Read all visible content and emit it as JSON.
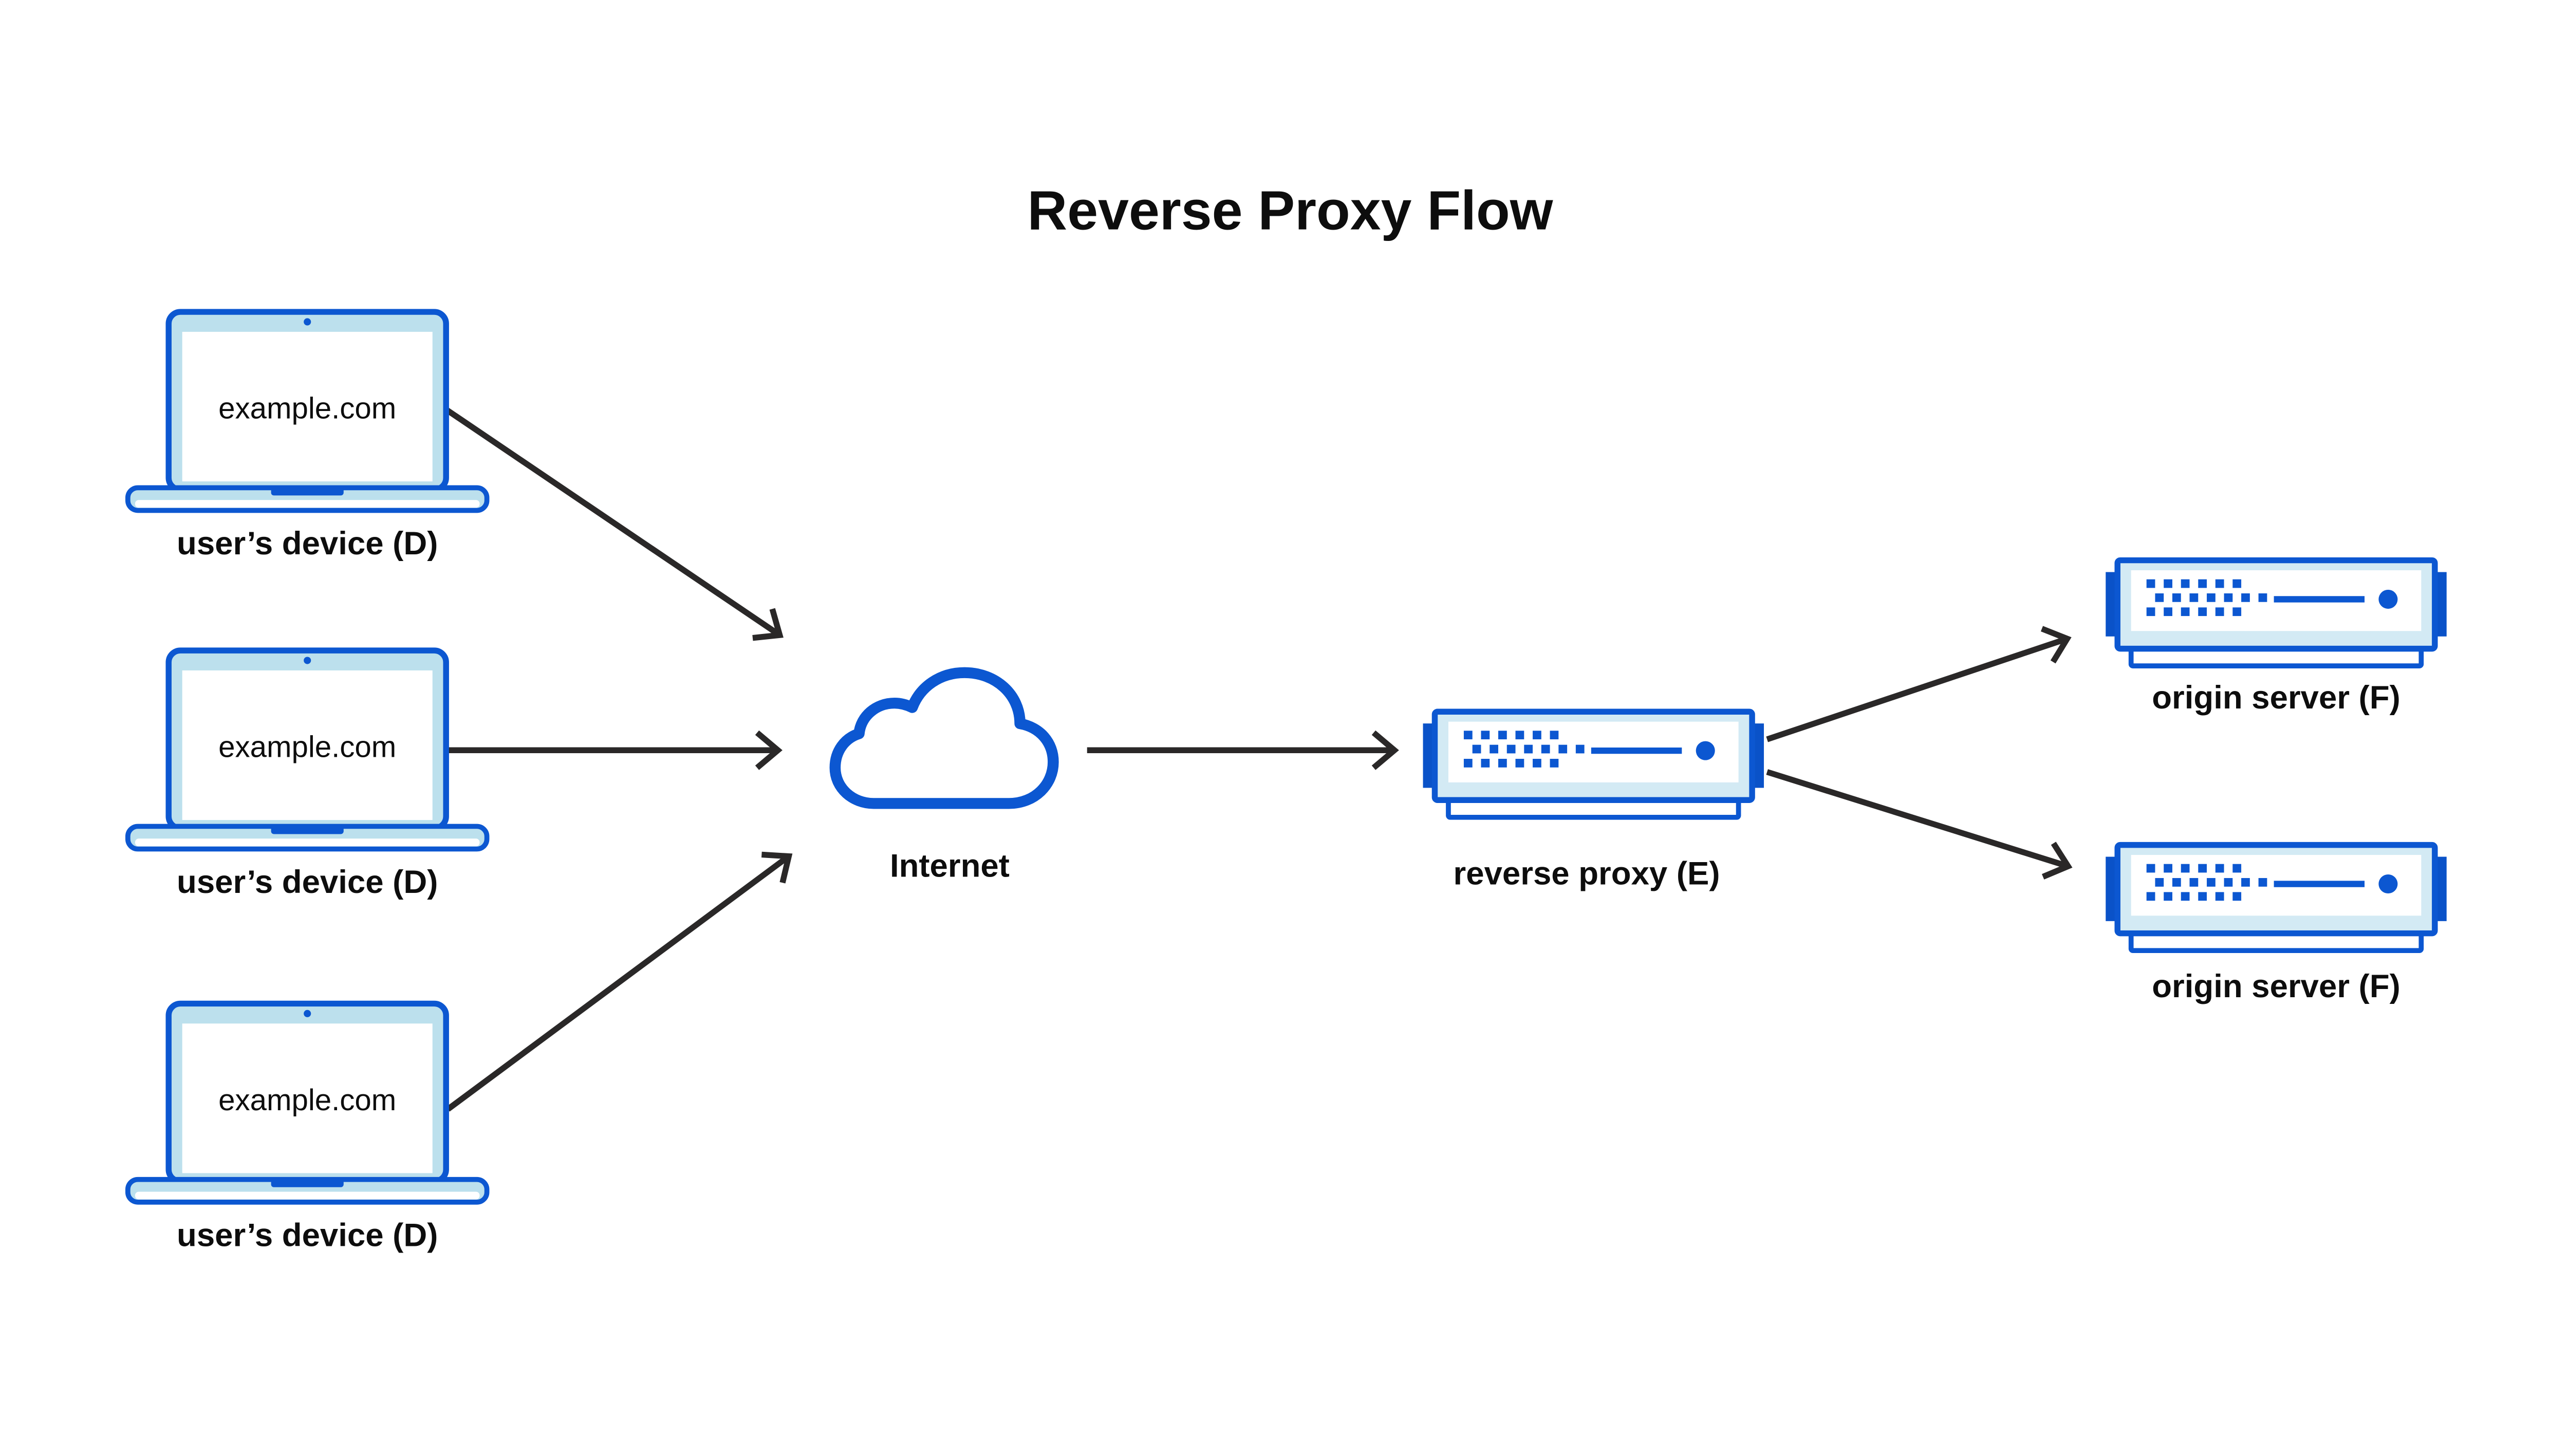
{
  "title": "Reverse Proxy Flow",
  "colors": {
    "accent": "#0c57d1",
    "accent_dark": "#0a52c8",
    "laptop_bezel": "#bce0ed",
    "server_bezel": "#d3eaf4",
    "arrow": "#2a2828",
    "ink": "#0d0d0d"
  },
  "nodes": {
    "device1": {
      "label": "user’s device (D)",
      "screen_text": "example.com"
    },
    "device2": {
      "label": "user’s device (D)",
      "screen_text": "example.com"
    },
    "device3": {
      "label": "user’s device (D)",
      "screen_text": "example.com"
    },
    "internet": {
      "label": "Internet"
    },
    "reverse_proxy": {
      "label": "reverse proxy (E)"
    },
    "origin1": {
      "label": "origin server (F)"
    },
    "origin2": {
      "label": "origin server (F)"
    }
  },
  "edges": [
    {
      "from": "device1",
      "to": "internet"
    },
    {
      "from": "device2",
      "to": "internet"
    },
    {
      "from": "device3",
      "to": "internet"
    },
    {
      "from": "internet",
      "to": "reverse_proxy"
    },
    {
      "from": "reverse_proxy",
      "to": "origin1"
    },
    {
      "from": "reverse_proxy",
      "to": "origin2"
    }
  ]
}
